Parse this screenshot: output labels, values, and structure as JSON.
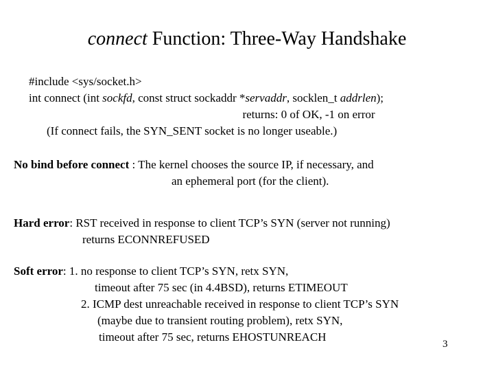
{
  "slide": {
    "page_number": "3",
    "title": {
      "emphasis": "connect",
      "rest": " Function: Three-Way Handshake"
    },
    "synopsis": {
      "include_line": "#include <sys/socket.h>",
      "signature": {
        "part1": "int connect (int ",
        "param1": "sockfd",
        "part2": ", const struct sockaddr *",
        "param2": "servaddr",
        "part3": ", socklen_t ",
        "param3": "addrlen",
        "part4": ");"
      },
      "returns_line": "returns: 0 of OK, -1 on error",
      "note_line": "(If connect fails, the SYN_SENT socket is no longer useable.)"
    },
    "no_bind": {
      "label": "No bind before connect",
      "line1_rest": " : The kernel chooses the source IP, if necessary, and",
      "line2": "an ephemeral port (for the client)."
    },
    "hard_error": {
      "label": "Hard error",
      "line1_rest": ": RST received in response to client TCP’s SYN (server not running)",
      "line2": "returns ECONNREFUSED"
    },
    "soft_error": {
      "label": "Soft error",
      "line1_rest": ": 1. no response to client TCP’s SYN, retx SYN,",
      "line2": "timeout after 75 sec (in 4.4BSD), returns ETIMEOUT",
      "line3": "2. ICMP dest unreachable received in response to client TCP’s SYN",
      "line4": "(maybe due to transient routing problem), retx SYN,",
      "line5": "timeout after 75 sec, returns EHOSTUNREACH"
    }
  }
}
